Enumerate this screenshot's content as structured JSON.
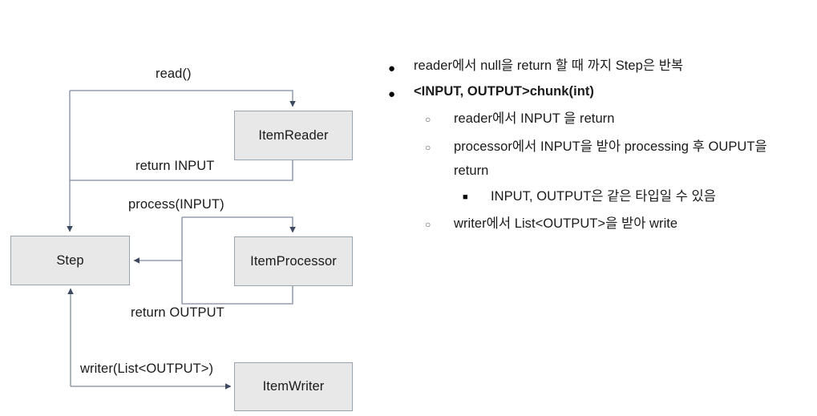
{
  "diagram": {
    "title": "Spring Batch Step chunk-oriented processing flow",
    "colors": {
      "node_fill": "#e8e8e8",
      "node_border": "#9aa3b0",
      "edge_line": "#7f8b9e",
      "arrow_head": "#3c4a60",
      "text": "#1a1a1a"
    },
    "nodes": [
      {
        "id": "step",
        "label": "Step"
      },
      {
        "id": "item-reader",
        "label": "ItemReader"
      },
      {
        "id": "item-processor",
        "label": "ItemProcessor"
      },
      {
        "id": "item-writer",
        "label": "ItemWriter"
      }
    ],
    "edges": [
      {
        "id": "read",
        "label": "read()",
        "from": "step",
        "to": "item-reader"
      },
      {
        "id": "return-input",
        "label": "return INPUT",
        "from": "item-reader",
        "to": "step"
      },
      {
        "id": "process",
        "label": "process(INPUT)",
        "from": "step",
        "to": "item-processor"
      },
      {
        "id": "return-output",
        "label": "return OUTPUT",
        "from": "item-processor",
        "to": "step"
      },
      {
        "id": "writer",
        "label": "writer(List<OUTPUT>)",
        "from": "step",
        "to": "item-writer"
      }
    ]
  },
  "notes": {
    "items": [
      {
        "level": 1,
        "marker": "disc",
        "text": "reader에서 null을 return 할 때 까지 Step은 반복",
        "bold": false
      },
      {
        "level": 1,
        "marker": "disc",
        "text": "<INPUT, OUTPUT>chunk(int)",
        "bold": true
      },
      {
        "level": 2,
        "marker": "circle",
        "text": "reader에서 INPUT 을 return",
        "bold": false
      },
      {
        "level": 2,
        "marker": "circle",
        "text": "processor에서 INPUT을 받아 processing 후 OUPUT을",
        "bold": false
      },
      {
        "level": 2,
        "marker": "none",
        "text": "return",
        "bold": false
      },
      {
        "level": 3,
        "marker": "square",
        "text": "INPUT, OUTPUT은 같은 타입일 수 있음",
        "bold": false
      },
      {
        "level": 2,
        "marker": "circle",
        "text": "writer에서 List<OUTPUT>을 받아 write",
        "bold": false
      }
    ]
  }
}
